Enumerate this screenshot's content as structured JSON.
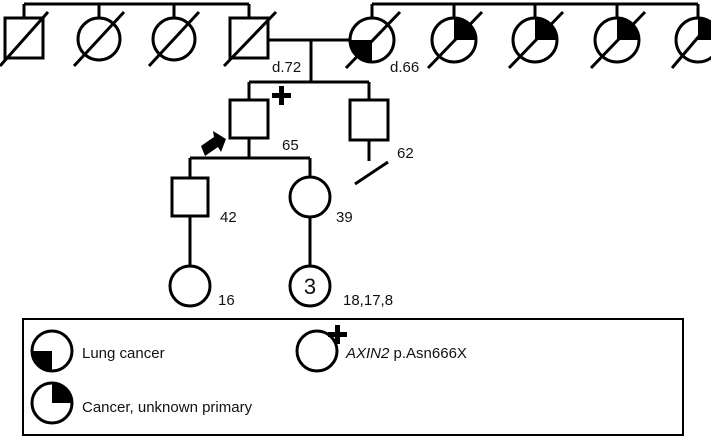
{
  "pedigree": {
    "gen1_labels": {
      "father_death": "d.72",
      "mother_death": "d.66"
    },
    "gen2_labels": {
      "proband_age": "65",
      "brother_age": "62"
    },
    "gen3_labels": {
      "son_age": "42",
      "daughter_age": "39"
    },
    "gen4_labels": {
      "granddaughter_age": "16",
      "grandchildren_count": "3",
      "grandchildren_ages": "18,17,8"
    }
  },
  "legend": {
    "lung_cancer": "Lung cancer",
    "variant_gene": "AXIN2",
    "variant_change": " p.Asn666X",
    "cancer_unknown": "Cancer, unknown primary"
  },
  "colors": {
    "line": "#000000",
    "fill": "#000000",
    "background": "#ffffff"
  }
}
